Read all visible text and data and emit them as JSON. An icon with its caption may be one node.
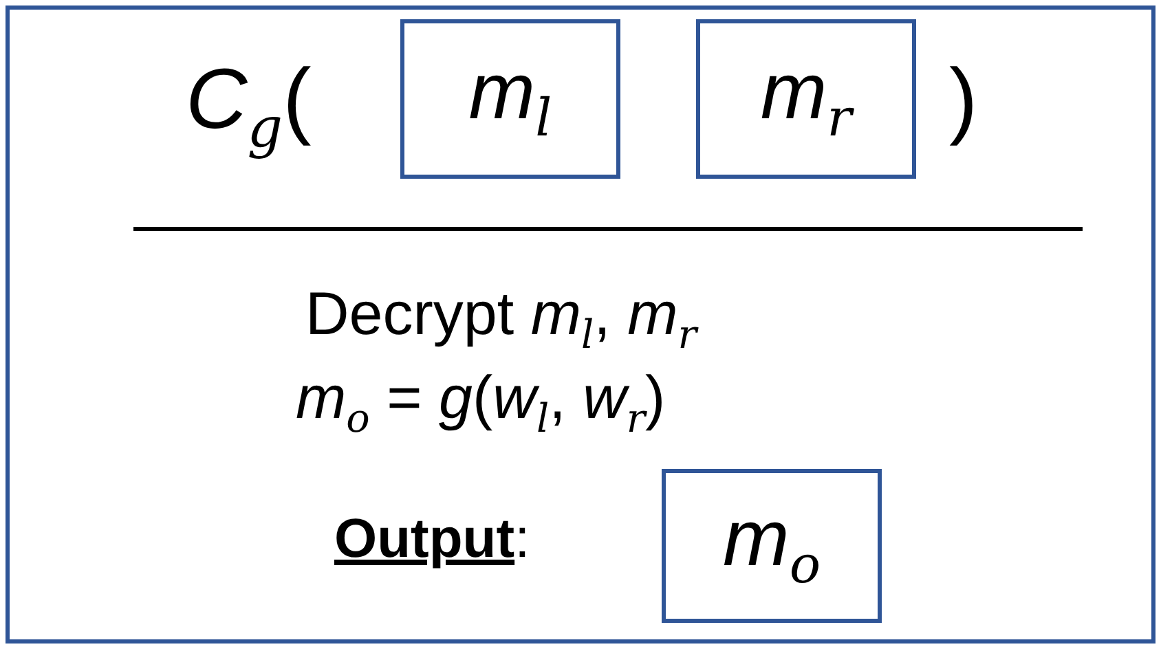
{
  "diagram": {
    "nodes": [
      {
        "text": [
          "*C*$_{g}$(",
          ")",
          "Decrypt *m*$_{l}$, *m*$_{r}$",
          "*m*$_{o}$ = *g*(*w*$_{l}$, *w*$_{r}$)",
          "**Output**:"
        ]
      },
      {
        "text": [
          "*m*$_{l}$"
        ],
        "in": 0
      },
      {
        "text": [
          "*m*$_{r}$"
        ],
        "in": 0
      },
      {
        "text": [
          "*m*$_{o}$"
        ],
        "in": 0
      }
    ],
    "edges": []
  }
}
